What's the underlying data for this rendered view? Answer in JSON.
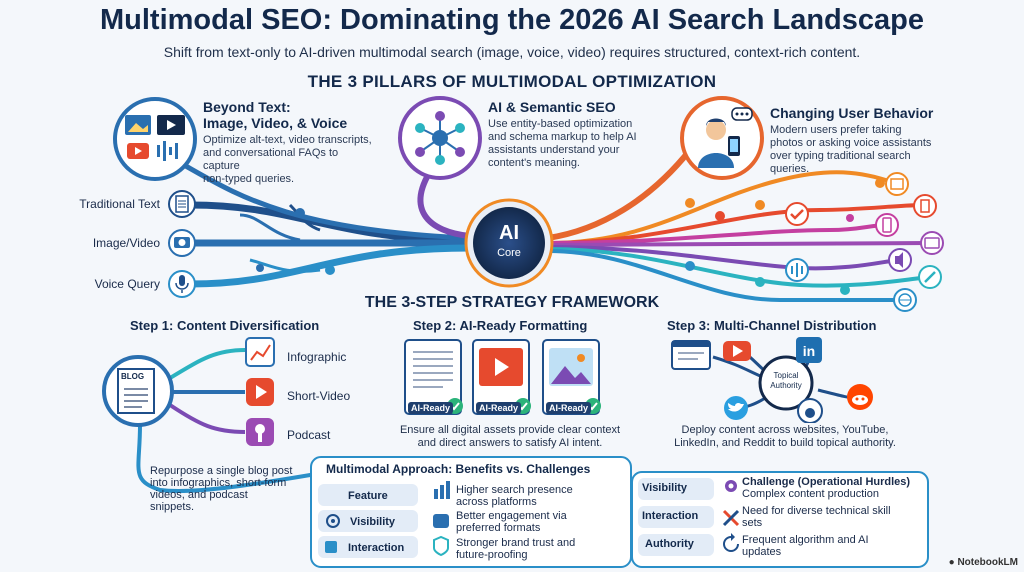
{
  "title": "Multimodal SEO: Dominating the 2026 AI Search Landscape",
  "subtitle": "Shift from text-only to AI-driven multimodal search (image, voice, video) requires structured, context-rich content.",
  "pillars_heading": "THE 3 PILLARS OF MULTIMODAL OPTIMIZATION",
  "pillars": [
    {
      "title_line1": "Beyond Text:",
      "title_line2": "Image, Video, & Voice",
      "desc": [
        "Optimize alt-text, video transcripts,",
        "and conversational FAQs to capture",
        "non-typed queries."
      ]
    },
    {
      "title_line1": "AI & Semantic SEO",
      "desc": [
        "Use entity-based optimization",
        "and schema markup to help AI",
        "assistants understand your",
        "content's meaning."
      ]
    },
    {
      "title_line1": "Changing User Behavior",
      "desc": [
        "Modern users prefer taking",
        "photos or asking voice assistants",
        "over typing traditional search",
        "queries."
      ]
    }
  ],
  "inputs": [
    "Traditional Text",
    "Image/Video",
    "Voice Query"
  ],
  "core": {
    "line1": "AI",
    "line2": "Core"
  },
  "strategy_heading": "THE 3-STEP STRATEGY FRAMEWORK",
  "steps": [
    {
      "title": "Step 1: Content Diversification",
      "blog_label": "BLOG",
      "formats": [
        "Infographic",
        "Short-Video",
        "Podcast"
      ],
      "desc": [
        "Repurpose a single blog post",
        "into infographics, short-form",
        "videos, and podcast",
        "snippets."
      ]
    },
    {
      "title": "Step 2: AI-Ready Formatting",
      "ready_label": "AI-Ready",
      "desc": [
        "Ensure all digital assets provide clear context",
        "and direct answers to satisfy AI intent."
      ]
    },
    {
      "title": "Step 3: Multi-Channel Distribution",
      "hub": [
        "Topical",
        "Authority"
      ],
      "desc": [
        "Deploy content across websites, YouTube,",
        "LinkedIn, and Reddit to build topical authority."
      ]
    }
  ],
  "table": {
    "heading": "Multimodal Approach: Benefits vs. Challenges",
    "left_labels": [
      "Feature",
      "Visibility",
      "Interaction"
    ],
    "benefits": [
      [
        "Higher search presence",
        "across platforms"
      ],
      [
        "Better engagement via",
        "preferred formats"
      ],
      [
        "Stronger brand trust and",
        "future-proofing"
      ]
    ],
    "right_labels": [
      "Visibility",
      "Interaction",
      "Authority"
    ],
    "challenges": [
      [
        "Challenge (Operational Hurdles)",
        "Complex content production"
      ],
      [
        "Need for diverse technical skill",
        "sets"
      ],
      [
        "Frequent algorithm and AI",
        "updates"
      ]
    ]
  },
  "badge": "NotebookLM",
  "colors": {
    "navy": "#13294b",
    "blue": "#2a6fb0",
    "purple": "#7b4bb3",
    "orange": "#f08a24",
    "red": "#e64a2e",
    "teal": "#2bb3c0"
  }
}
